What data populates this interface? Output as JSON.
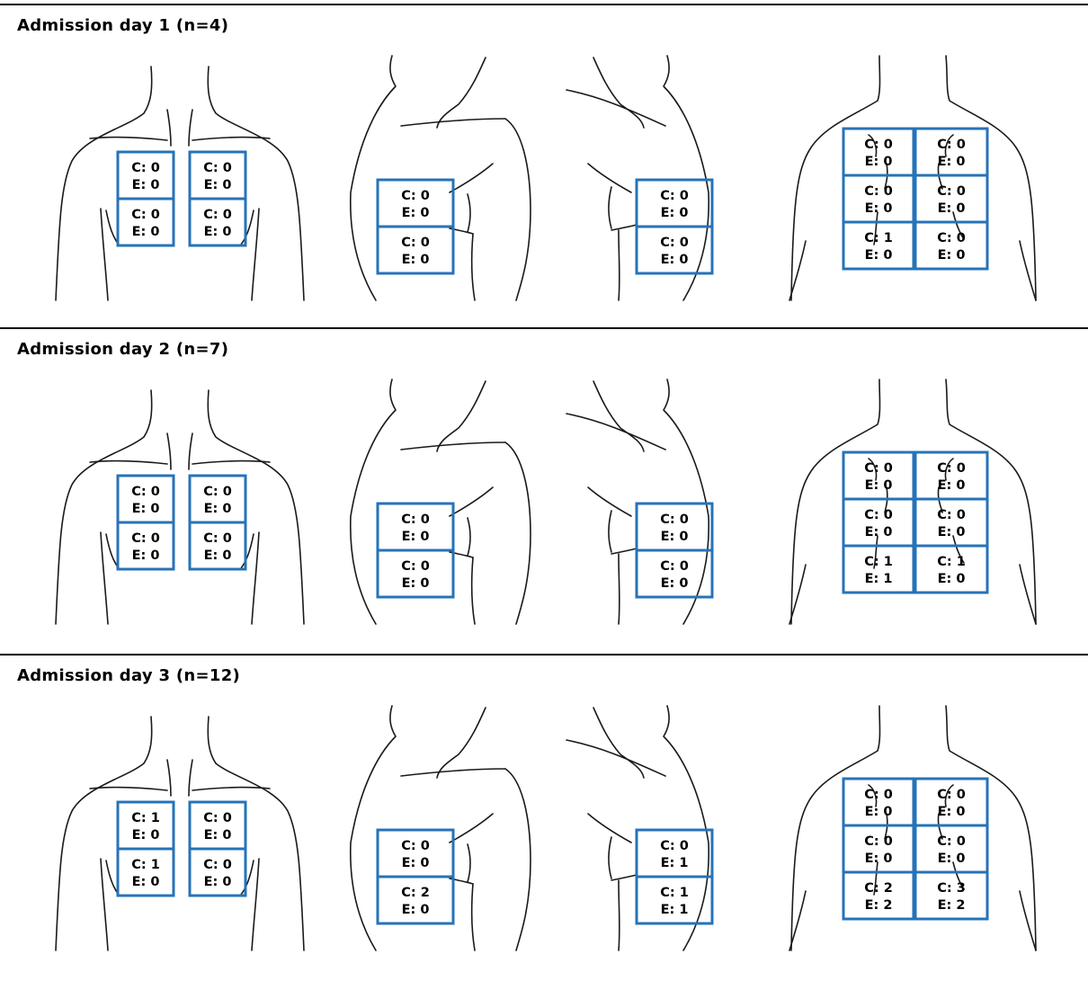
{
  "days": [
    {
      "title": "Admission day 1 (n=4)",
      "views": {
        "anterior": [
          {
            "c": "C: 0",
            "e": "E: 0"
          },
          {
            "c": "C: 0",
            "e": "E: 0"
          },
          {
            "c": "C: 0",
            "e": "E: 0"
          },
          {
            "c": "C: 0",
            "e": "E: 0"
          }
        ],
        "lateral_right": [
          {
            "c": "C: 0",
            "e": "E: 0"
          },
          {
            "c": "C: 0",
            "e": "E: 0"
          }
        ],
        "lateral_left": [
          {
            "c": "C: 0",
            "e": "E: 0"
          },
          {
            "c": "C: 0",
            "e": "E: 0"
          }
        ],
        "posterior": [
          {
            "c": "C: 0",
            "e": "E: 0"
          },
          {
            "c": "C: 0",
            "e": "E: 0"
          },
          {
            "c": "C: 0",
            "e": "E: 0"
          },
          {
            "c": "C: 0",
            "e": "E: 0"
          },
          {
            "c": "C: 1",
            "e": "E: 0"
          },
          {
            "c": "C: 0",
            "e": "E: 0"
          }
        ]
      }
    },
    {
      "title": "Admission day 2 (n=7)",
      "views": {
        "anterior": [
          {
            "c": "C: 0",
            "e": "E: 0"
          },
          {
            "c": "C: 0",
            "e": "E: 0"
          },
          {
            "c": "C: 0",
            "e": "E: 0"
          },
          {
            "c": "C: 0",
            "e": "E: 0"
          }
        ],
        "lateral_right": [
          {
            "c": "C: 0",
            "e": "E: 0"
          },
          {
            "c": "C: 0",
            "e": "E: 0"
          }
        ],
        "lateral_left": [
          {
            "c": "C: 0",
            "e": "E: 0"
          },
          {
            "c": "C: 0",
            "e": "E: 0"
          }
        ],
        "posterior": [
          {
            "c": "C: 0",
            "e": "E: 0"
          },
          {
            "c": "C: 0",
            "e": "E: 0"
          },
          {
            "c": "C: 0",
            "e": "E: 0"
          },
          {
            "c": "C: 0",
            "e": "E: 0"
          },
          {
            "c": "C: 1",
            "e": "E: 1"
          },
          {
            "c": "C: 1",
            "e": "E: 0"
          }
        ]
      }
    },
    {
      "title": "Admission day 3 (n=12)",
      "views": {
        "anterior": [
          {
            "c": "C: 1",
            "e": "E: 0"
          },
          {
            "c": "C: 0",
            "e": "E: 0"
          },
          {
            "c": "C: 1",
            "e": "E: 0"
          },
          {
            "c": "C: 0",
            "e": "E: 0"
          }
        ],
        "lateral_right": [
          {
            "c": "C: 0",
            "e": "E: 0"
          },
          {
            "c": "C: 2",
            "e": "E: 0"
          }
        ],
        "lateral_left": [
          {
            "c": "C: 0",
            "e": "E: 1"
          },
          {
            "c": "C: 1",
            "e": "E: 1"
          }
        ],
        "posterior": [
          {
            "c": "C: 0",
            "e": "E: 0"
          },
          {
            "c": "C: 0",
            "e": "E: 0"
          },
          {
            "c": "C: 0",
            "e": "E: 0"
          },
          {
            "c": "C: 0",
            "e": "E: 0"
          },
          {
            "c": "C: 2",
            "e": "E: 2"
          },
          {
            "c": "C: 3",
            "e": "E: 2"
          }
        ]
      }
    }
  ],
  "colors": {
    "zone_border": "#2673b8",
    "body_outline": "#1a1a1a",
    "rule": "#000000"
  }
}
